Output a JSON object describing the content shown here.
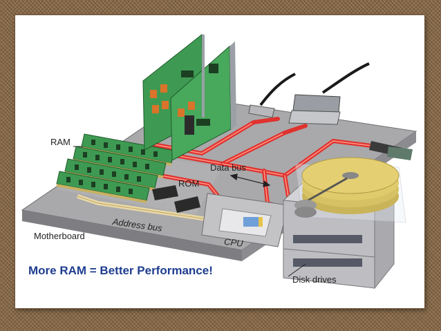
{
  "labels": {
    "ram": "RAM",
    "rom": "ROM",
    "data_bus": "Data bus",
    "address_bus": "Address bus",
    "motherboard": "Motherboard",
    "cpu": "CPU",
    "disk_drives": "Disk drives"
  },
  "headline": "More RAM  =  Better Performance!",
  "colors": {
    "board": "#a9a9ab",
    "bus_red": "#e0322e",
    "address_bus": "#e9d9a5",
    "circuit_card": "#3e9a52",
    "platter": "#e4cf72",
    "headline": "#1e3d8f",
    "frame": "#8b6b48"
  }
}
